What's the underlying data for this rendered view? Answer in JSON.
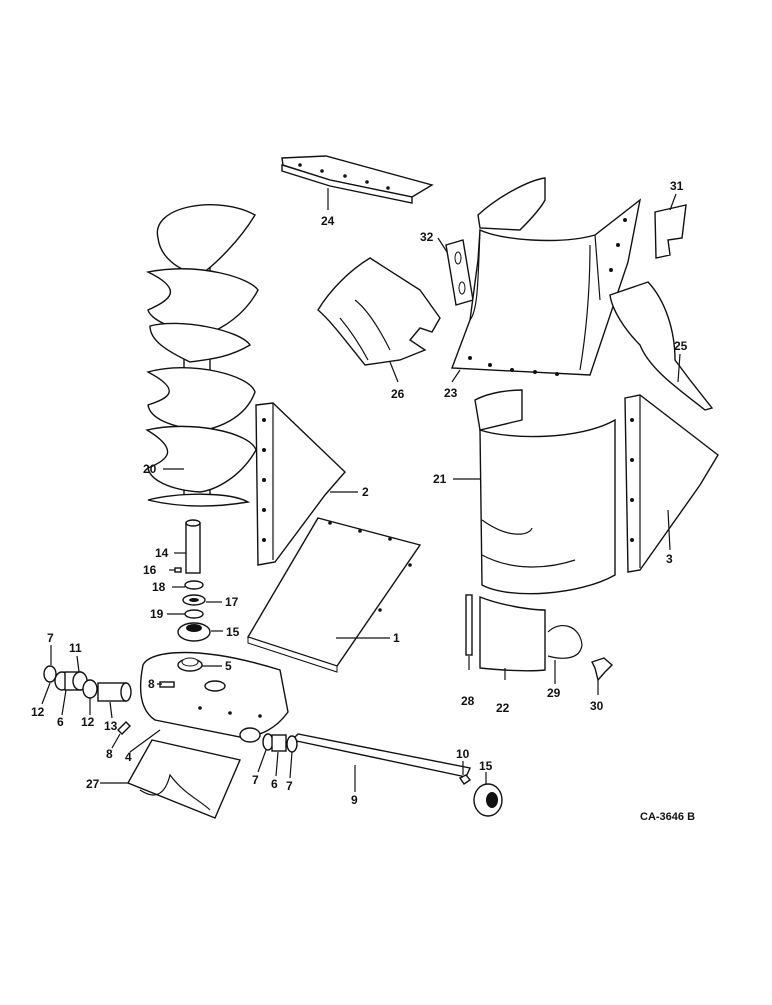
{
  "diagram": {
    "drawing_code": "CA-3646 B",
    "colors": {
      "ink": "#111111",
      "paper": "#ffffff"
    },
    "callouts": [
      {
        "id": "c24",
        "text": "24"
      },
      {
        "id": "c32",
        "text": "32"
      },
      {
        "id": "c31",
        "text": "31"
      },
      {
        "id": "c26",
        "text": "26"
      },
      {
        "id": "c23",
        "text": "23"
      },
      {
        "id": "c25",
        "text": "25"
      },
      {
        "id": "c20",
        "text": "20"
      },
      {
        "id": "c21",
        "text": "21"
      },
      {
        "id": "c2",
        "text": "2"
      },
      {
        "id": "c3",
        "text": "3"
      },
      {
        "id": "c14",
        "text": "14"
      },
      {
        "id": "c16",
        "text": "16"
      },
      {
        "id": "c18",
        "text": "18"
      },
      {
        "id": "c17",
        "text": "17"
      },
      {
        "id": "c19",
        "text": "19"
      },
      {
        "id": "c15a",
        "text": "15"
      },
      {
        "id": "c1",
        "text": "1"
      },
      {
        "id": "c7a",
        "text": "7"
      },
      {
        "id": "c11",
        "text": "11"
      },
      {
        "id": "c5",
        "text": "5"
      },
      {
        "id": "c8a",
        "text": "8"
      },
      {
        "id": "c12a",
        "text": "12"
      },
      {
        "id": "c6a",
        "text": "6"
      },
      {
        "id": "c12b",
        "text": "12"
      },
      {
        "id": "c13",
        "text": "13"
      },
      {
        "id": "c8b",
        "text": "8"
      },
      {
        "id": "c4",
        "text": "4"
      },
      {
        "id": "c28",
        "text": "28"
      },
      {
        "id": "c22",
        "text": "22"
      },
      {
        "id": "c29",
        "text": "29"
      },
      {
        "id": "c30",
        "text": "30"
      },
      {
        "id": "c10",
        "text": "10"
      },
      {
        "id": "c15b",
        "text": "15"
      },
      {
        "id": "c27",
        "text": "27"
      },
      {
        "id": "c7b",
        "text": "7"
      },
      {
        "id": "c6b",
        "text": "6"
      },
      {
        "id": "c7c",
        "text": "7"
      },
      {
        "id": "c9",
        "text": "9"
      }
    ]
  }
}
